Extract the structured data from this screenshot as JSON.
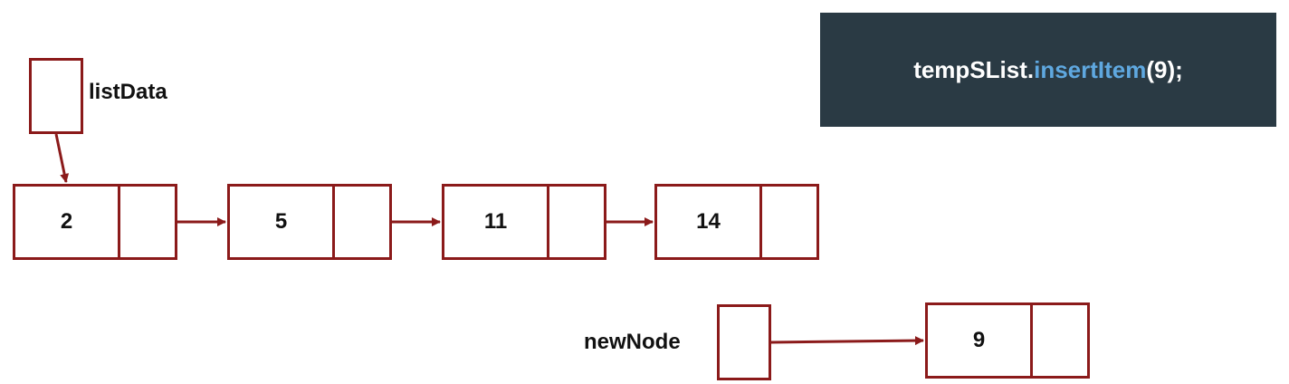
{
  "code": {
    "object": "tempSList",
    "dot": ".",
    "method": "insertItem",
    "args": "(9);"
  },
  "pointers": {
    "list_data_label": "listData",
    "new_node_label": "newNode"
  },
  "list_nodes": [
    {
      "value": "2"
    },
    {
      "value": "5"
    },
    {
      "value": "11"
    },
    {
      "value": "14"
    }
  ],
  "new_node": {
    "value": "9"
  },
  "colors": {
    "node_border": "#8b1a1a",
    "code_background": "#2a3a44",
    "code_method": "#5fa8e0"
  }
}
